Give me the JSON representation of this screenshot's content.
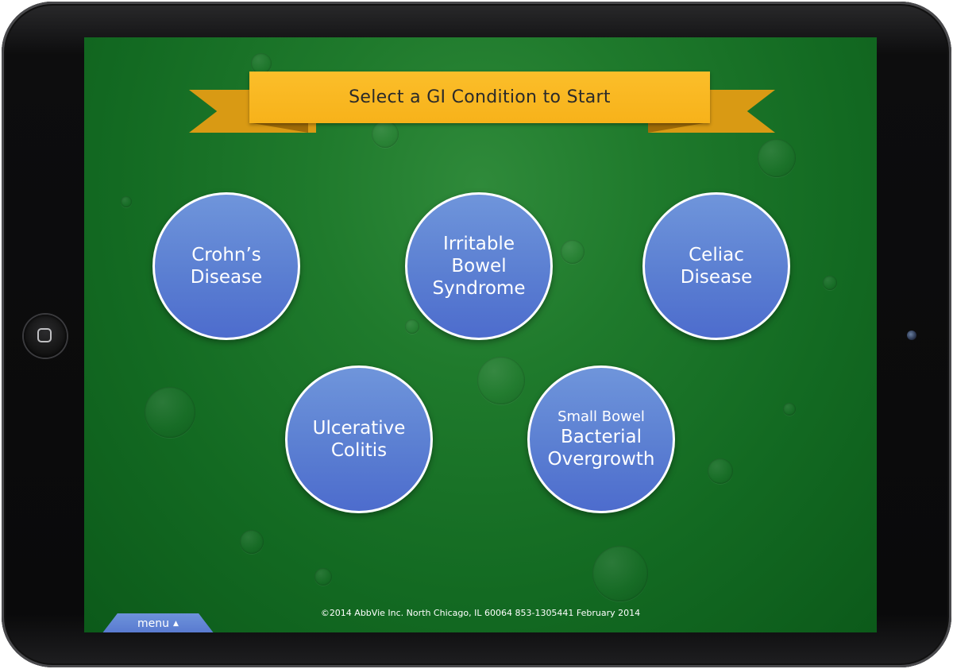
{
  "banner": {
    "title": "Select a GI Condition to Start"
  },
  "conditions": [
    {
      "id": "crohns",
      "lines": [
        "Crohn’s",
        "Disease"
      ]
    },
    {
      "id": "ibs",
      "lines": [
        "Irritable",
        "Bowel",
        "Syndrome"
      ]
    },
    {
      "id": "celiac",
      "lines": [
        "Celiac",
        "Disease"
      ]
    },
    {
      "id": "uc",
      "lines": [
        "Ulcerative",
        "Colitis"
      ]
    },
    {
      "id": "sibo",
      "small_line": "Small Bowel",
      "lines": [
        "Bacterial",
        "Overgrowth"
      ]
    }
  ],
  "footer": {
    "copyright": "©2014 AbbVie Inc. North Chicago, IL 60064 853-1305441 February 2014",
    "menu_label": "menu",
    "menu_icon": "triangle-up-icon"
  },
  "colors": {
    "background_green": "#1f7a2c",
    "banner_yellow": "#f7b21a",
    "circle_blue": "#5b7fd2"
  }
}
